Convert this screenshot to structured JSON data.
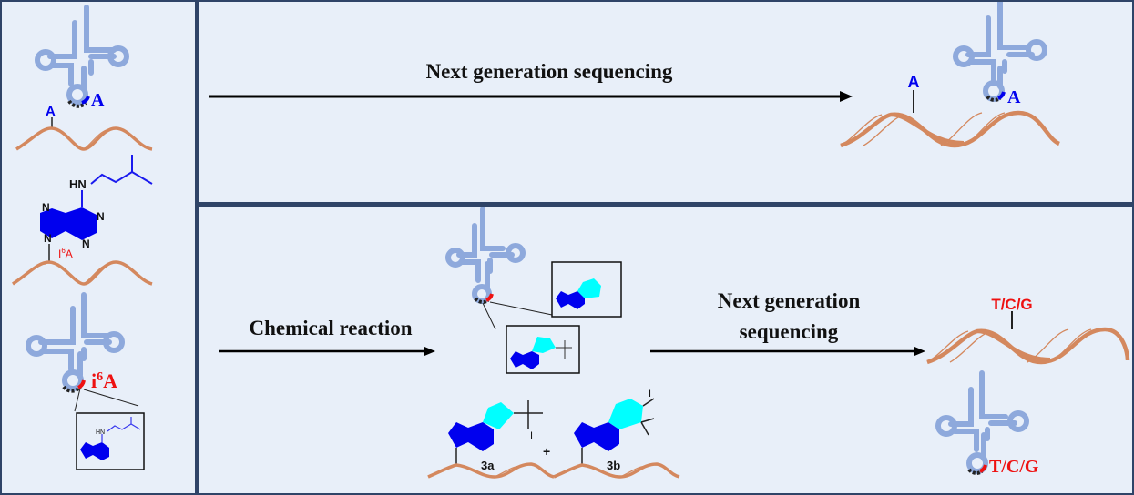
{
  "colors": {
    "trna": "#8ea9dc",
    "dna": "#d4885e",
    "adenine_blue": "#0000ee",
    "modified_cyan": "#00ffff",
    "modified_red": "#ee1111",
    "panel_bg": "#e8eff9",
    "border": "#2f4468"
  },
  "left_panel": {
    "trna_anticodon_label": "A",
    "dna_base_label": "A",
    "i6a_structure": {
      "amine_label": "HN",
      "n_labels": [
        "N",
        "N",
        "N",
        "N"
      ],
      "site_label_base": "I",
      "site_label_sup": "6",
      "site_label_tail": "A"
    },
    "modified_trna_label_base": "i",
    "modified_trna_label_sup": "6",
    "modified_trna_label_tail": "A",
    "inset_amine_label": "HN"
  },
  "top_panel": {
    "arrow_label": "Next generation sequencing",
    "dna_base_label": "A",
    "trna_anticodon_label": "A"
  },
  "bottom_panel": {
    "reaction_label": "Chemical reaction",
    "ngs_label_line1": "Next generation",
    "ngs_label_line2": "sequencing",
    "product_a_label": "3a",
    "product_b_label": "3b",
    "plus_label": "+",
    "iodine_label": "I",
    "dna_result_label": "T/C/G",
    "trna_result_label": "T/C/G"
  }
}
